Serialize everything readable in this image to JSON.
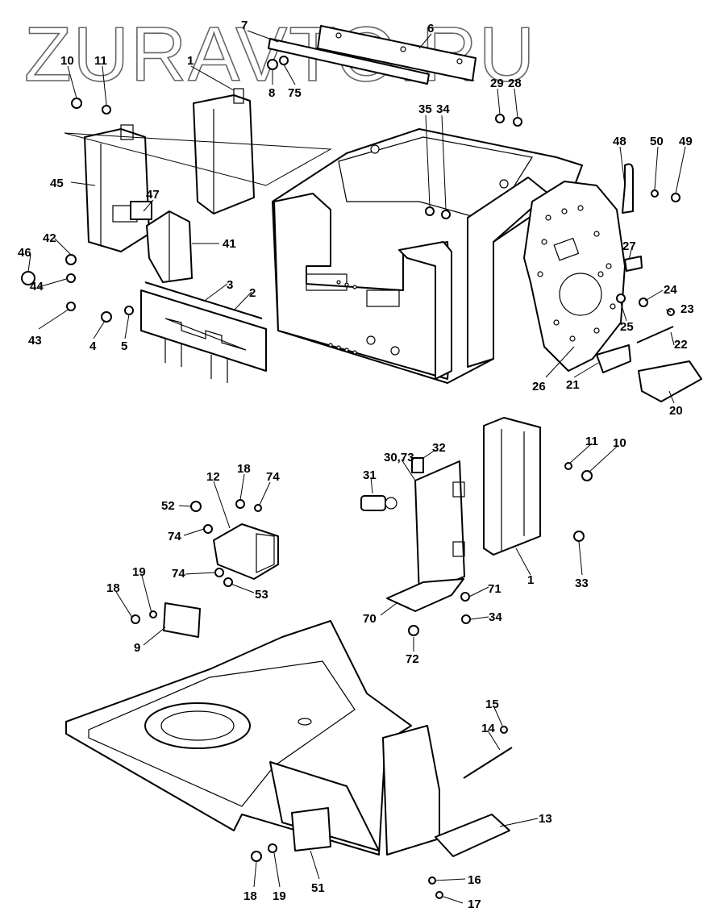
{
  "watermark": "ZURAVTO.RU",
  "callouts": [
    {
      "id": "c-7",
      "text": "7"
    },
    {
      "id": "c-6",
      "text": "6"
    },
    {
      "id": "c-10a",
      "text": "10"
    },
    {
      "id": "c-11a",
      "text": "11"
    },
    {
      "id": "c-1a",
      "text": "1"
    },
    {
      "id": "c-8",
      "text": "8"
    },
    {
      "id": "c-75",
      "text": "75"
    },
    {
      "id": "c-29",
      "text": "29"
    },
    {
      "id": "c-28",
      "text": "28"
    },
    {
      "id": "c-35",
      "text": "35"
    },
    {
      "id": "c-34a",
      "text": "34"
    },
    {
      "id": "c-48",
      "text": "48"
    },
    {
      "id": "c-50",
      "text": "50"
    },
    {
      "id": "c-49",
      "text": "49"
    },
    {
      "id": "c-45",
      "text": "45"
    },
    {
      "id": "c-47",
      "text": "47"
    },
    {
      "id": "c-41",
      "text": "41"
    },
    {
      "id": "c-42",
      "text": "42"
    },
    {
      "id": "c-46",
      "text": "46"
    },
    {
      "id": "c-44",
      "text": "44"
    },
    {
      "id": "c-43",
      "text": "43"
    },
    {
      "id": "c-3",
      "text": "3"
    },
    {
      "id": "c-2",
      "text": "2"
    },
    {
      "id": "c-4",
      "text": "4"
    },
    {
      "id": "c-5",
      "text": "5"
    },
    {
      "id": "c-27",
      "text": "27"
    },
    {
      "id": "c-24",
      "text": "24"
    },
    {
      "id": "c-23",
      "text": "23"
    },
    {
      "id": "c-25",
      "text": "25"
    },
    {
      "id": "c-22",
      "text": "22"
    },
    {
      "id": "c-21",
      "text": "21"
    },
    {
      "id": "c-26",
      "text": "26"
    },
    {
      "id": "c-20",
      "text": "20"
    },
    {
      "id": "c-11b",
      "text": "11"
    },
    {
      "id": "c-10b",
      "text": "10"
    },
    {
      "id": "c-32",
      "text": "32"
    },
    {
      "id": "c-3073",
      "text": "30,73"
    },
    {
      "id": "c-31",
      "text": "31"
    },
    {
      "id": "c-1b",
      "text": "1"
    },
    {
      "id": "c-33",
      "text": "33"
    },
    {
      "id": "c-18a",
      "text": "18"
    },
    {
      "id": "c-74a",
      "text": "74"
    },
    {
      "id": "c-12",
      "text": "12"
    },
    {
      "id": "c-52",
      "text": "52"
    },
    {
      "id": "c-74b",
      "text": "74"
    },
    {
      "id": "c-74c",
      "text": "74"
    },
    {
      "id": "c-53",
      "text": "53"
    },
    {
      "id": "c-18b",
      "text": "18"
    },
    {
      "id": "c-19a",
      "text": "19"
    },
    {
      "id": "c-9",
      "text": "9"
    },
    {
      "id": "c-71",
      "text": "71"
    },
    {
      "id": "c-34b",
      "text": "34"
    },
    {
      "id": "c-70",
      "text": "70"
    },
    {
      "id": "c-72",
      "text": "72"
    },
    {
      "id": "c-15",
      "text": "15"
    },
    {
      "id": "c-14",
      "text": "14"
    },
    {
      "id": "c-13",
      "text": "13"
    },
    {
      "id": "c-16",
      "text": "16"
    },
    {
      "id": "c-17",
      "text": "17"
    },
    {
      "id": "c-18c",
      "text": "18"
    },
    {
      "id": "c-19b",
      "text": "19"
    },
    {
      "id": "c-51",
      "text": "51"
    }
  ]
}
